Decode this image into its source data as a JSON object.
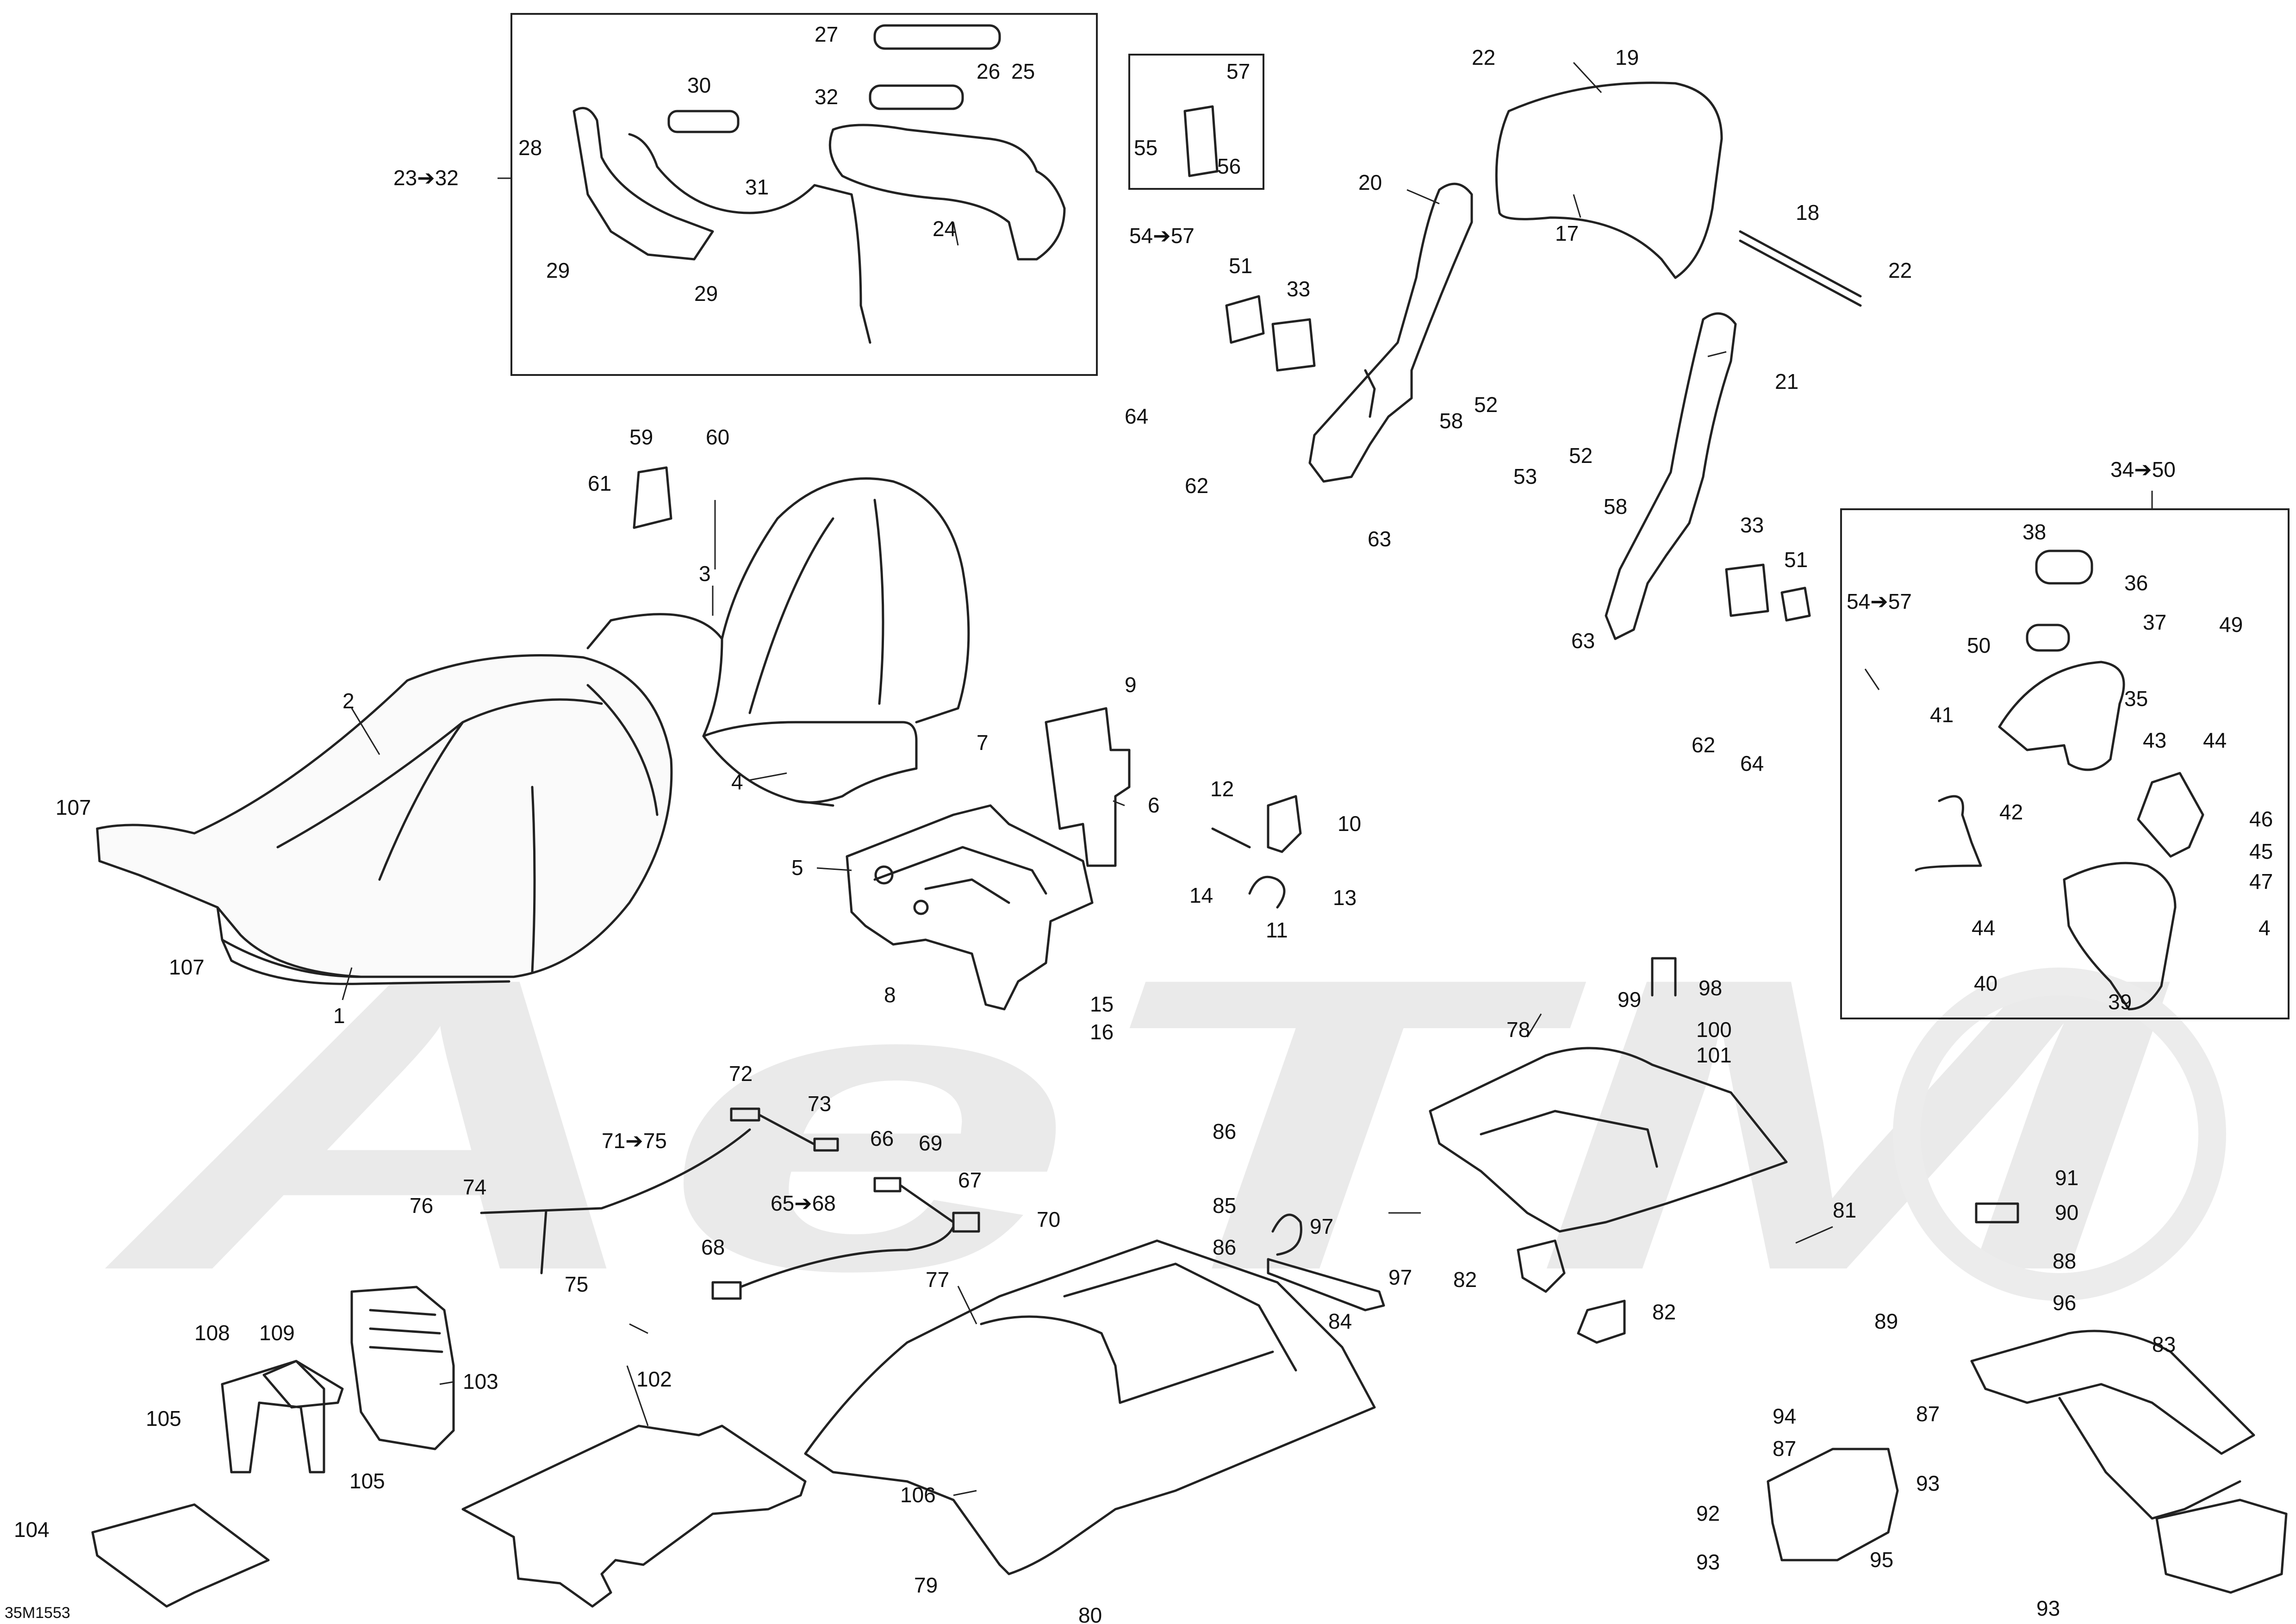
{
  "diagram_code": "35M1553",
  "watermark": "AeTM",
  "callouts": [
    {
      "id": "c1",
      "text": "1"
    },
    {
      "id": "c2",
      "text": "2"
    },
    {
      "id": "c3",
      "text": "3"
    },
    {
      "id": "c4",
      "text": "4"
    },
    {
      "id": "c4b",
      "text": "4"
    },
    {
      "id": "c5",
      "text": "5"
    },
    {
      "id": "c6",
      "text": "6"
    },
    {
      "id": "c7",
      "text": "7"
    },
    {
      "id": "c8",
      "text": "8"
    },
    {
      "id": "c9",
      "text": "9"
    },
    {
      "id": "c10",
      "text": "10"
    },
    {
      "id": "c11",
      "text": "11"
    },
    {
      "id": "c12",
      "text": "12"
    },
    {
      "id": "c13",
      "text": "13"
    },
    {
      "id": "c14",
      "text": "14"
    },
    {
      "id": "c15",
      "text": "15"
    },
    {
      "id": "c16",
      "text": "16"
    },
    {
      "id": "c17",
      "text": "17"
    },
    {
      "id": "c18",
      "text": "18"
    },
    {
      "id": "c19",
      "text": "19"
    },
    {
      "id": "c20",
      "text": "20"
    },
    {
      "id": "c21",
      "text": "21"
    },
    {
      "id": "c22a",
      "text": "22"
    },
    {
      "id": "c22b",
      "text": "22"
    },
    {
      "id": "c23",
      "text": "23➔32"
    },
    {
      "id": "c24",
      "text": "24"
    },
    {
      "id": "c25",
      "text": "25"
    },
    {
      "id": "c26",
      "text": "26"
    },
    {
      "id": "c27",
      "text": "27"
    },
    {
      "id": "c28",
      "text": "28"
    },
    {
      "id": "c29a",
      "text": "29"
    },
    {
      "id": "c29b",
      "text": "29"
    },
    {
      "id": "c30",
      "text": "30"
    },
    {
      "id": "c31",
      "text": "31"
    },
    {
      "id": "c32",
      "text": "32"
    },
    {
      "id": "c33a",
      "text": "33"
    },
    {
      "id": "c33b",
      "text": "33"
    },
    {
      "id": "c34",
      "text": "34➔50"
    },
    {
      "id": "c35",
      "text": "35"
    },
    {
      "id": "c36",
      "text": "36"
    },
    {
      "id": "c37",
      "text": "37"
    },
    {
      "id": "c38",
      "text": "38"
    },
    {
      "id": "c39",
      "text": "39"
    },
    {
      "id": "c40",
      "text": "40"
    },
    {
      "id": "c41",
      "text": "41"
    },
    {
      "id": "c42",
      "text": "42"
    },
    {
      "id": "c43",
      "text": "43"
    },
    {
      "id": "c44a",
      "text": "44"
    },
    {
      "id": "c44b",
      "text": "44"
    },
    {
      "id": "c45",
      "text": "45"
    },
    {
      "id": "c46",
      "text": "46"
    },
    {
      "id": "c47",
      "text": "47"
    },
    {
      "id": "c49",
      "text": "49"
    },
    {
      "id": "c50",
      "text": "50"
    },
    {
      "id": "c51a",
      "text": "51"
    },
    {
      "id": "c51b",
      "text": "51"
    },
    {
      "id": "c52a",
      "text": "52"
    },
    {
      "id": "c52b",
      "text": "52"
    },
    {
      "id": "c53",
      "text": "53"
    },
    {
      "id": "c54a",
      "text": "54➔57"
    },
    {
      "id": "c54b",
      "text": "54➔57"
    },
    {
      "id": "c55",
      "text": "55"
    },
    {
      "id": "c56",
      "text": "56"
    },
    {
      "id": "c57",
      "text": "57"
    },
    {
      "id": "c58a",
      "text": "58"
    },
    {
      "id": "c58b",
      "text": "58"
    },
    {
      "id": "c59",
      "text": "59"
    },
    {
      "id": "c60",
      "text": "60"
    },
    {
      "id": "c61",
      "text": "61"
    },
    {
      "id": "c62a",
      "text": "62"
    },
    {
      "id": "c62b",
      "text": "62"
    },
    {
      "id": "c63a",
      "text": "63"
    },
    {
      "id": "c63b",
      "text": "63"
    },
    {
      "id": "c64a",
      "text": "64"
    },
    {
      "id": "c64b",
      "text": "64"
    },
    {
      "id": "c65",
      "text": "65➔68"
    },
    {
      "id": "c66",
      "text": "66"
    },
    {
      "id": "c67",
      "text": "67"
    },
    {
      "id": "c68",
      "text": "68"
    },
    {
      "id": "c69",
      "text": "69"
    },
    {
      "id": "c70",
      "text": "70"
    },
    {
      "id": "c71",
      "text": "71➔75"
    },
    {
      "id": "c72",
      "text": "72"
    },
    {
      "id": "c73",
      "text": "73"
    },
    {
      "id": "c74",
      "text": "74"
    },
    {
      "id": "c75",
      "text": "75"
    },
    {
      "id": "c76",
      "text": "76"
    },
    {
      "id": "c77",
      "text": "77"
    },
    {
      "id": "c78",
      "text": "78"
    },
    {
      "id": "c79",
      "text": "79"
    },
    {
      "id": "c80",
      "text": "80"
    },
    {
      "id": "c81",
      "text": "81"
    },
    {
      "id": "c82a",
      "text": "82"
    },
    {
      "id": "c82b",
      "text": "82"
    },
    {
      "id": "c83",
      "text": "83"
    },
    {
      "id": "c84",
      "text": "84"
    },
    {
      "id": "c85",
      "text": "85"
    },
    {
      "id": "c86a",
      "text": "86"
    },
    {
      "id": "c86b",
      "text": "86"
    },
    {
      "id": "c87a",
      "text": "87"
    },
    {
      "id": "c87b",
      "text": "87"
    },
    {
      "id": "c88",
      "text": "88"
    },
    {
      "id": "c89",
      "text": "89"
    },
    {
      "id": "c90",
      "text": "90"
    },
    {
      "id": "c91",
      "text": "91"
    },
    {
      "id": "c92",
      "text": "92"
    },
    {
      "id": "c93a",
      "text": "93"
    },
    {
      "id": "c93b",
      "text": "93"
    },
    {
      "id": "c93c",
      "text": "93"
    },
    {
      "id": "c94",
      "text": "94"
    },
    {
      "id": "c95",
      "text": "95"
    },
    {
      "id": "c96",
      "text": "96"
    },
    {
      "id": "c97a",
      "text": "97"
    },
    {
      "id": "c97b",
      "text": "97"
    },
    {
      "id": "c98",
      "text": "98"
    },
    {
      "id": "c99",
      "text": "99"
    },
    {
      "id": "c100",
      "text": "100"
    },
    {
      "id": "c101",
      "text": "101"
    },
    {
      "id": "c102",
      "text": "102"
    },
    {
      "id": "c103",
      "text": "103"
    },
    {
      "id": "c104",
      "text": "104"
    },
    {
      "id": "c105a",
      "text": "105"
    },
    {
      "id": "c105b",
      "text": "105"
    },
    {
      "id": "c106",
      "text": "106"
    },
    {
      "id": "c107a",
      "text": "107"
    },
    {
      "id": "c107b",
      "text": "107"
    },
    {
      "id": "c108",
      "text": "108"
    },
    {
      "id": "c109",
      "text": "109"
    }
  ]
}
